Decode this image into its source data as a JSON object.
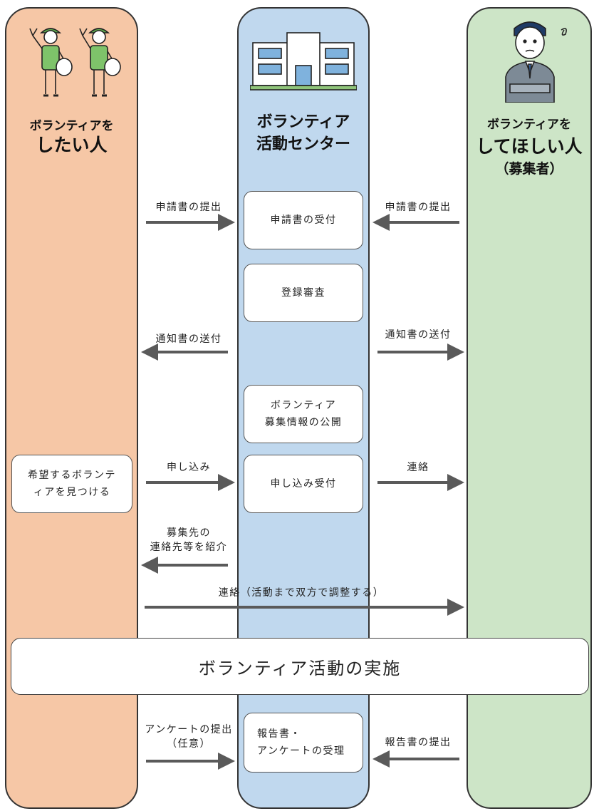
{
  "columns": {
    "left": {
      "title_top": "ボランティアを",
      "title_main": "したい人"
    },
    "middle": {
      "title_line1": "ボランティア",
      "title_line2": "活動センター"
    },
    "right": {
      "title_top": "ボランティアを",
      "title_main": "してほしい人",
      "title_sub": "（募集者）"
    }
  },
  "boxes": {
    "shinseisho_uketsuke": "申請書の受付",
    "touroku_shinsa": "登録審査",
    "boshu_koukai_line1": "ボランティア",
    "boshu_koukai_line2": "募集情報の公開",
    "moushikomi_uketsuke": "申し込み受付",
    "houkokusho_line1": "報告書・",
    "houkokusho_line2": "アンケートの受理",
    "kibou_line1": "希望するボランテ",
    "kibou_line2": "ィアを見つける"
  },
  "labels": {
    "left_shinseisho": "申請書の提出",
    "right_shinseisho": "申請書の提出",
    "left_tsuchisho": "通知書の送付",
    "right_tsuchisho": "通知書の送付",
    "moushikomi": "申し込み",
    "renraku": "連絡",
    "shoukai_line1": "募集先の",
    "shoukai_line2": "連絡先等を紹介",
    "renraku_chousei": "連絡（活動まで双方で調整する）",
    "enquete_line1": "アンケートの提出",
    "enquete_line2": "（任意）",
    "houkokusho_teishutsu": "報告書の提出"
  },
  "banner": "ボランティア活動の実施",
  "icons": [
    "volunteer-person-icon",
    "building-icon",
    "troubled-businessman-icon",
    "arrow-right-icon",
    "arrow-left-icon"
  ],
  "colors": {
    "left_column": "#f6c7a6",
    "middle_column": "#c0d8ee",
    "right_column": "#cde5c7",
    "arrow": "#5a5a5a"
  }
}
